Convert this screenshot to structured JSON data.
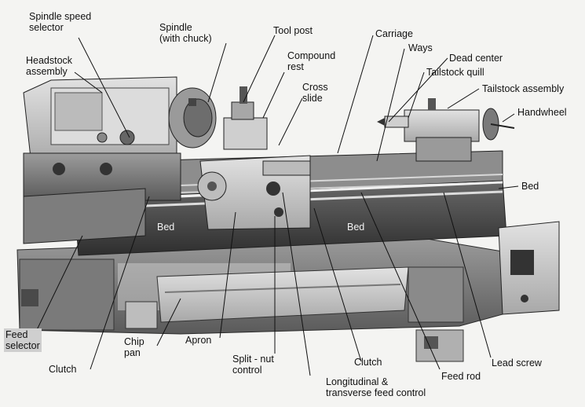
{
  "labels": {
    "spindle_speed_selector": [
      "Spindle speed",
      "selector"
    ],
    "headstock_assembly": [
      "Headstock",
      "assembly"
    ],
    "spindle_with_chuck": [
      "Spindle",
      "(with chuck)"
    ],
    "tool_post": "Tool post",
    "compound_rest": [
      "Compound",
      "rest"
    ],
    "cross_slide": [
      "Cross",
      "slide"
    ],
    "carriage": "Carriage",
    "ways": "Ways",
    "dead_center": "Dead center",
    "tailstock_quill": "Tailstock quill",
    "tailstock_assembly": "Tailstock assembly",
    "handwheel": "Handwheel",
    "bed_right": "Bed",
    "bed_center_left": "Bed",
    "bed_center_right": "Bed",
    "feed_selector": [
      "Feed",
      "selector"
    ],
    "chip_pan": [
      "Chip",
      "pan"
    ],
    "apron": "Apron",
    "split_nut_control": [
      "Split - nut",
      "control"
    ],
    "clutch_left": "Clutch",
    "clutch_right": "Clutch",
    "feed_rod": "Feed rod",
    "lead_screw": "Lead screw",
    "longitudinal_transverse_feed_control": [
      "Longitudinal &",
      "transverse feed control"
    ]
  }
}
